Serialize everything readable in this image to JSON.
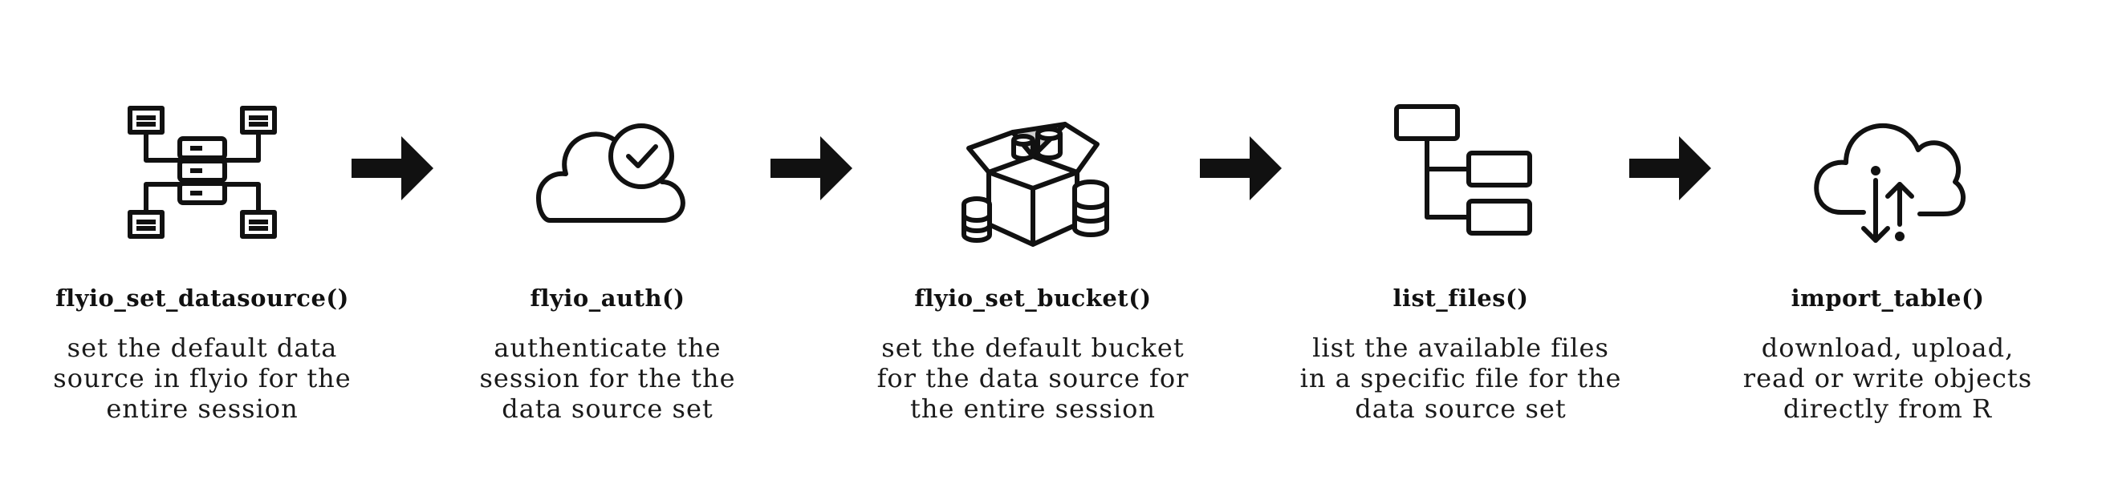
{
  "steps": [
    {
      "title": "flyio_set_datasource()",
      "desc": [
        "set the default data",
        "source in flyio for the",
        "entire session"
      ]
    },
    {
      "title": "flyio_auth()",
      "desc": [
        "authenticate the",
        "session for the the",
        "data source set"
      ]
    },
    {
      "title": "flyio_set_bucket()",
      "desc": [
        "set the default bucket",
        "for the data source for",
        "the entire session"
      ]
    },
    {
      "title": "list_files()",
      "desc": [
        "list the available files",
        "in a specific file for the",
        "data source set"
      ]
    },
    {
      "title": "import_table()",
      "desc": [
        "download, upload,",
        "read or write objects",
        "directly from R"
      ]
    }
  ]
}
